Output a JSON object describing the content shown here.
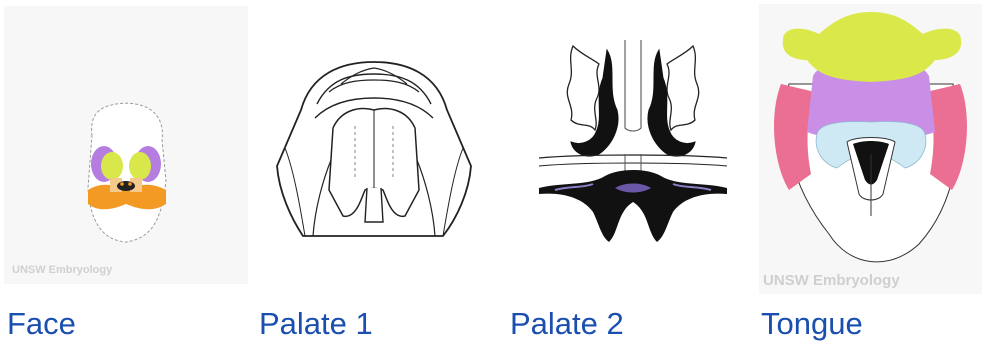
{
  "gallery": {
    "items": [
      {
        "label": "Face",
        "watermark": "UNSW Embryology"
      },
      {
        "label": "Palate 1"
      },
      {
        "label": "Palate 2"
      },
      {
        "label": "Tongue",
        "watermark": "UNSW Embryology"
      }
    ]
  },
  "colors": {
    "link": "#1a4fb0",
    "purple": "#b67de0",
    "yellow_green": "#d8e84a",
    "orange": "#f29a24",
    "pink": "#ea6f92",
    "light_blue": "#cfe9f4"
  }
}
